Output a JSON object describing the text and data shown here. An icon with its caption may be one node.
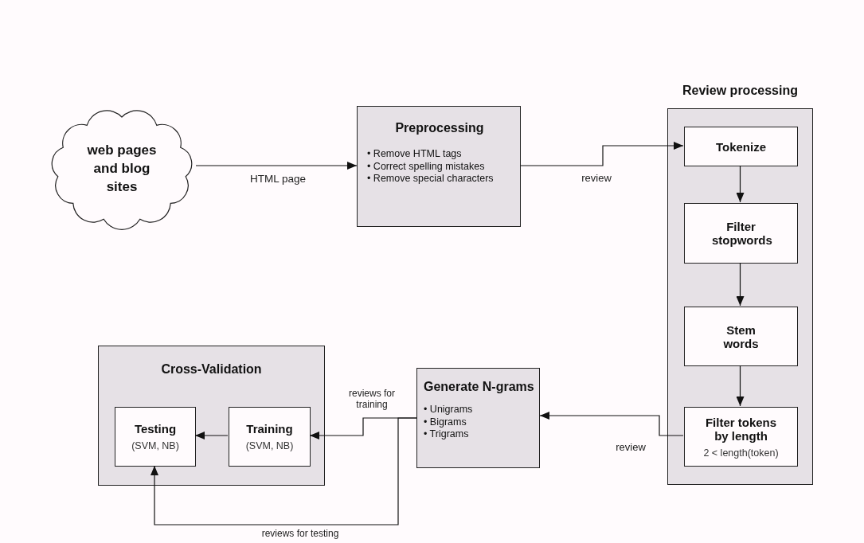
{
  "diagram": {
    "nodes": [
      {
        "text": [
          "web pages and blog sites"
        ]
      },
      {
        "text": [
          "Preprocessing",
          "• Remove HTML tags",
          "• Correct spelling mistakes",
          "• Remove special characters"
        ]
      },
      {
        "text": [
          "Review processing"
        ]
      },
      {
        "text": [
          "Tokenize"
        ],
        "in": 2
      },
      {
        "text": [
          "Filter stopwords"
        ],
        "in": 2
      },
      {
        "text": [
          "Stem words"
        ],
        "in": 2
      },
      {
        "text": [
          "Filter tokens by length",
          "2 < length(token)"
        ],
        "in": 2
      },
      {
        "text": [
          "Generate N-grams",
          "• Unigrams",
          "• Bigrams",
          "• Trigrams"
        ]
      },
      {
        "text": [
          "Cross-Validation"
        ]
      },
      {
        "text": [
          "Training",
          "(SVM, NB)"
        ],
        "in": 8
      },
      {
        "text": [
          "Testing",
          "(SVM, NB)"
        ],
        "in": 8
      }
    ],
    "edges": [
      {
        "from": 0,
        "to": 1,
        "arrow": "to",
        "label": "HTML page"
      },
      {
        "from": 1,
        "to": 3,
        "arrow": "to",
        "label": "review"
      },
      {
        "from": 3,
        "to": 4,
        "arrow": "to"
      },
      {
        "from": 4,
        "to": 5,
        "arrow": "to"
      },
      {
        "from": 5,
        "to": 6,
        "arrow": "to"
      },
      {
        "from": 6,
        "to": 7,
        "arrow": "to",
        "label": "review"
      },
      {
        "from": 7,
        "to": 9,
        "arrow": "to",
        "label": "reviews for training"
      },
      {
        "from": 7,
        "to": 10,
        "arrow": "to",
        "label": "reviews for testing"
      },
      {
        "from": 9,
        "to": 10,
        "arrow": "to"
      }
    ]
  }
}
